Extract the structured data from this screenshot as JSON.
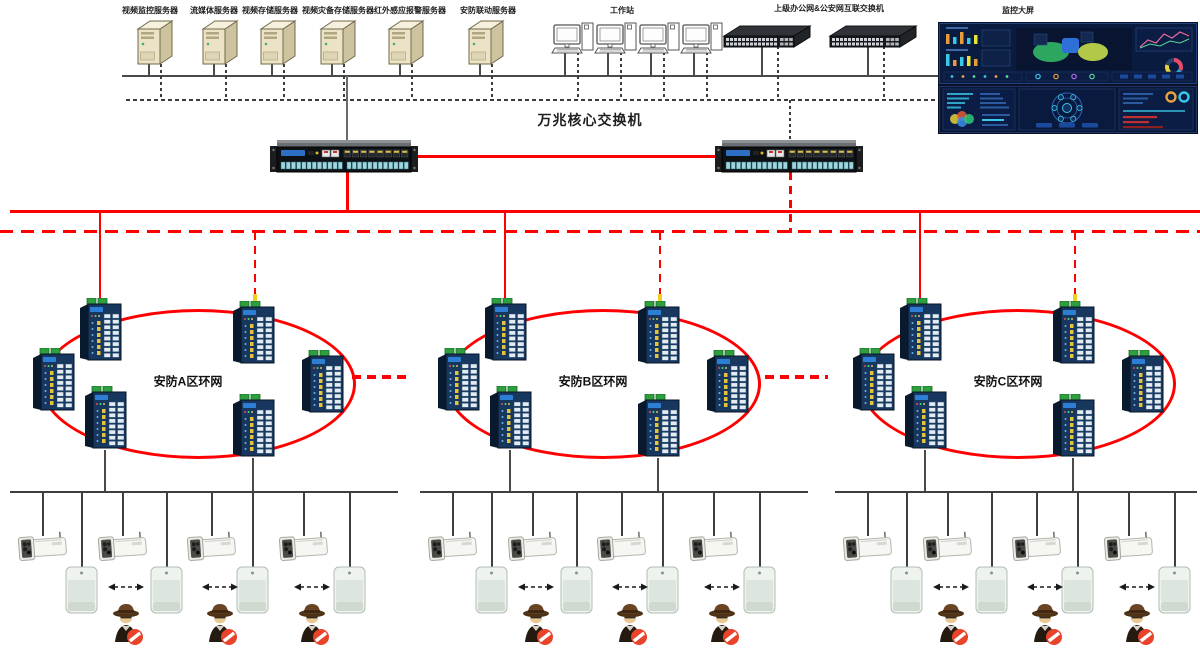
{
  "colors": {
    "link_primary": "#ff0000",
    "bus_top": "#4a4a4a",
    "zone_bus": "#3f3f3f",
    "dashed_black": "#3c3c3c",
    "yellow_tag": "#f2cf1e"
  },
  "top_section": {
    "servers": [
      {
        "label": "视频监控服务器"
      },
      {
        "label": "流媒体服务器"
      },
      {
        "label": "视频存储服务器"
      },
      {
        "label": "视频灾备存储服务器"
      },
      {
        "label": "红外感应报警服务器"
      },
      {
        "label": "安防联动服务器"
      }
    ],
    "workstations": {
      "label": "工作站",
      "count": 4
    },
    "uplink_switches": {
      "label": "上级办公网&公安网互联交换机",
      "count": 2
    },
    "monitor_wall": {
      "label": "监控大屏"
    }
  },
  "core": {
    "label": "万兆核心交换机",
    "count": 2
  },
  "rings": [
    {
      "label": "安防A区环网",
      "switches": 6
    },
    {
      "label": "安防B区环网",
      "switches": 6
    },
    {
      "label": "安防C区环网",
      "switches": 6
    }
  ],
  "zones": [
    {
      "cameras": 4,
      "motion_detectors": 4,
      "intruders": 3
    },
    {
      "cameras": 4,
      "motion_detectors": 4,
      "intruders": 3
    },
    {
      "cameras": 4,
      "motion_detectors": 4,
      "intruders": 3
    }
  ]
}
